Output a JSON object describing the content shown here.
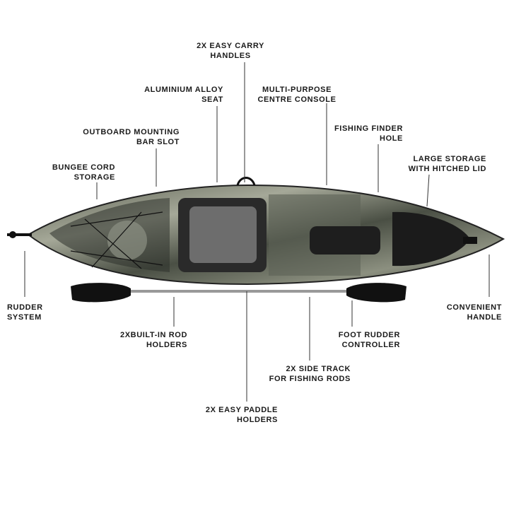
{
  "labels": {
    "carry_handles": [
      "2X EASY CARRY",
      "HANDLES"
    ],
    "seat": [
      "ALUMINIUM ALLOY",
      "SEAT"
    ],
    "console": [
      "MULTI-PURPOSE",
      "CENTRE CONSOLE"
    ],
    "finder": [
      "FISHING FINDER",
      "HOLE"
    ],
    "outboard": [
      "OUTBOARD MOUNTING",
      "BAR SLOT"
    ],
    "large_storage": [
      "LARGE STORAGE",
      "WITH HITCHED LID"
    ],
    "bungee": [
      "BUNGEE CORD",
      "STORAGE"
    ],
    "rudder": [
      "RUDDER",
      "SYSTEM"
    ],
    "handle": [
      "CONVENIENT",
      "HANDLE"
    ],
    "rod_holders": [
      "2XBUILT-IN ROD",
      "HOLDERS"
    ],
    "foot_rudder": [
      "FOOT RUDDER",
      "CONTROLLER"
    ],
    "side_track": [
      "2X SIDE TRACK",
      "FOR FISHING RODS"
    ],
    "paddle_holders": [
      "2X EASY PADDLE",
      "HOLDERS"
    ]
  },
  "colors": {
    "text": "#1a1a1a",
    "line": "#333333",
    "hull_dark": "#2b2e2a",
    "hull_camo": "#7d8270",
    "deck_black": "#1b1b1b"
  }
}
